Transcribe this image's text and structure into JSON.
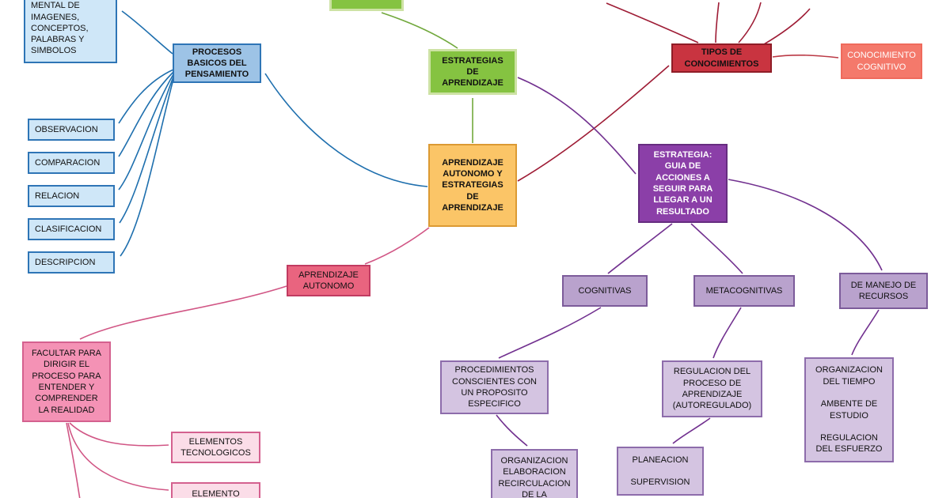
{
  "diagram": {
    "type": "concept-map",
    "language": "es",
    "topic": "APRENDIZAJE AUTONOMO Y ESTRATEGIAS DE APRENDIZAJE"
  },
  "palette": {
    "node_lightblue": "#cfe7f8",
    "node_blue": "#9dc3e6",
    "node_green": "#85c341",
    "node_red": "#c93440",
    "node_salmon": "#f4796b",
    "node_orange": "#fbc567",
    "node_purple": "#8b3fa8",
    "node_lavender": "#b9a2cd",
    "node_lavender_light": "#d4c4e1",
    "node_rose": "#e9647f",
    "node_pink": "#f492b5",
    "node_pink_light": "#fbdde8",
    "edge_blue": "#1e6fae",
    "edge_green": "#71a83c",
    "edge_darkred": "#9e1c35",
    "edge_red": "#bb3a46",
    "edge_purple": "#71308f",
    "edge_pink": "#d15685"
  },
  "nodes": {
    "mental": {
      "label": "MENTAL DE\nIMAGENES,\nCONCEPTOS,\nPALABRAS Y\nSIMBOLOS"
    },
    "procesos": {
      "label": "PROCESOS\nBASICOS DEL\nPENSAMIENTO"
    },
    "observacion": {
      "label": "OBSERVACION"
    },
    "comparacion": {
      "label": "COMPARACION"
    },
    "relacion": {
      "label": "RELACION"
    },
    "clasificacion": {
      "label": "CLASIFICACION"
    },
    "descripcion": {
      "label": "DESCRIPCION"
    },
    "top_green_partial": {
      "label": ""
    },
    "estrategias": {
      "label": "ESTRATEGIAS\nDE\nAPRENDIZAJE"
    },
    "tipos": {
      "label": "TIPOS DE\nCONOCIMIENTOS"
    },
    "cognitivo": {
      "label": "CONOCIMIENTO\nCOGNITIVO"
    },
    "central": {
      "label": "APRENDIZAJE\nAUTONOMO Y\nESTRATEGIAS\nDE\nAPRENDIZAJE"
    },
    "estrategia_def": {
      "label": "ESTRATEGIA:\nGUIA DE\nACCIONES A\nSEGUIR PARA\nLLEGAR A UN\nRESULTADO"
    },
    "aprendizaje_autonomo": {
      "label": "APRENDIZAJE\nAUTONOMO"
    },
    "cognitivas": {
      "label": "COGNITIVAS"
    },
    "metacognitivas": {
      "label": "METACOGNITIVAS"
    },
    "manejo_recursos": {
      "label": "DE MANEJO DE\nRECURSOS"
    },
    "facultar": {
      "label": "FACULTAR PARA\nDIRIGIR EL\nPROCESO PARA\nENTENDER Y\nCOMPRENDER\nLA REALIDAD"
    },
    "procedimientos": {
      "label": "PROCEDIMIENTOS\nCONSCIENTES CON\nUN PROPOSITO\nESPECIFICO"
    },
    "regulacion": {
      "label": "REGULACION DEL\nPROCESO DE\nAPRENDIZAJE\n(AUTOREGULADO)"
    },
    "organizacion_tiempo": {
      "label": "ORGANIZACION\nDEL TIEMPO\n\nAMBENTE DE\nESTUDIO\n\nREGULACION\nDEL ESFUERZO"
    },
    "elementos_tecnologicos": {
      "label": "ELEMENTOS\nTECNOLOGICOS"
    },
    "elemento": {
      "label": "ELEMENTO"
    },
    "org_elaboracion": {
      "label": "ORGANIZACION\nELABORACION\nRECIRCULACION\nDE LA"
    },
    "planeacion": {
      "label": "PLANEACION\n\nSUPERVISION"
    }
  },
  "edges": [
    {
      "from": "central",
      "to": "procesos",
      "color": "edge_blue"
    },
    {
      "from": "procesos",
      "to": "mental",
      "color": "edge_blue"
    },
    {
      "from": "procesos",
      "to": "observacion",
      "color": "edge_blue"
    },
    {
      "from": "procesos",
      "to": "comparacion",
      "color": "edge_blue"
    },
    {
      "from": "procesos",
      "to": "relacion",
      "color": "edge_blue"
    },
    {
      "from": "procesos",
      "to": "clasificacion",
      "color": "edge_blue"
    },
    {
      "from": "procesos",
      "to": "descripcion",
      "color": "edge_blue"
    },
    {
      "from": "central",
      "to": "estrategias",
      "color": "edge_green"
    },
    {
      "from": "estrategias",
      "to": "top_green_partial",
      "color": "edge_green"
    },
    {
      "from": "central",
      "to": "tipos",
      "color": "edge_darkred"
    },
    {
      "from": "tipos",
      "to": "offscreen-top-1",
      "color": "edge_darkred"
    },
    {
      "from": "tipos",
      "to": "offscreen-top-2",
      "color": "edge_darkred"
    },
    {
      "from": "tipos",
      "to": "offscreen-top-3",
      "color": "edge_darkred"
    },
    {
      "from": "tipos",
      "to": "offscreen-top-4",
      "color": "edge_darkred"
    },
    {
      "from": "tipos",
      "to": "cognitivo",
      "color": "edge_red"
    },
    {
      "from": "estrategias",
      "to": "estrategia_def",
      "color": "edge_purple"
    },
    {
      "from": "estrategia_def",
      "to": "cognitivas",
      "color": "edge_purple"
    },
    {
      "from": "estrategia_def",
      "to": "metacognitivas",
      "color": "edge_purple"
    },
    {
      "from": "estrategia_def",
      "to": "manejo_recursos",
      "color": "edge_purple"
    },
    {
      "from": "cognitivas",
      "to": "procedimientos",
      "color": "edge_purple"
    },
    {
      "from": "metacognitivas",
      "to": "regulacion",
      "color": "edge_purple"
    },
    {
      "from": "manejo_recursos",
      "to": "organizacion_tiempo",
      "color": "edge_purple"
    },
    {
      "from": "procedimientos",
      "to": "org_elaboracion",
      "color": "edge_purple"
    },
    {
      "from": "regulacion",
      "to": "planeacion",
      "color": "edge_purple"
    },
    {
      "from": "central",
      "to": "aprendizaje_autonomo",
      "color": "edge_pink"
    },
    {
      "from": "aprendizaje_autonomo",
      "to": "facultar",
      "color": "edge_pink"
    },
    {
      "from": "facultar",
      "to": "elementos_tecnologicos",
      "color": "edge_pink"
    },
    {
      "from": "facultar",
      "to": "elemento",
      "color": "edge_pink"
    },
    {
      "from": "facultar",
      "to": "offscreen-bottom",
      "color": "edge_pink"
    }
  ]
}
